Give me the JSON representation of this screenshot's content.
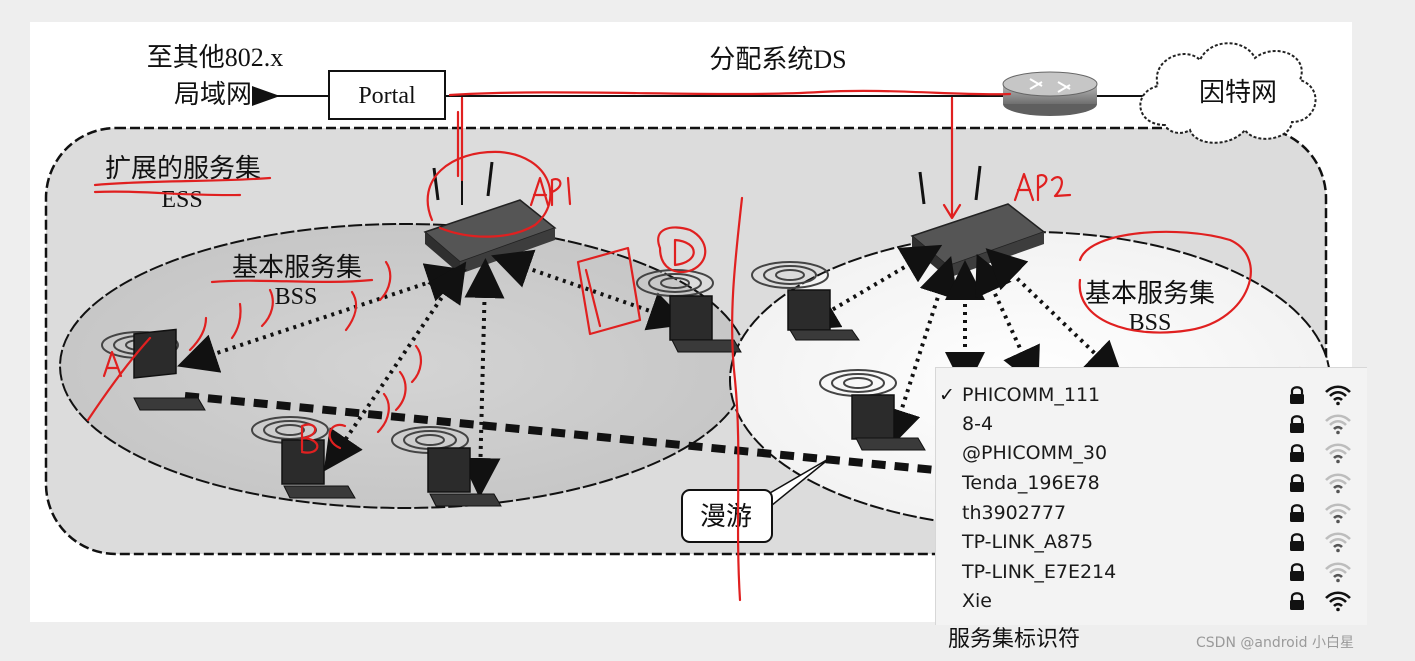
{
  "diagram": {
    "labels": {
      "other_lan_line1": "至其他802.x",
      "other_lan_line2": "局域网",
      "portal": "Portal",
      "ds": "分配系统DS",
      "internet": "因特网",
      "ess_line1": "扩展的服务集",
      "ess_line2": "ESS",
      "bss_left_line1": "基本服务集",
      "bss_left_line2": "BSS",
      "bss_right_line1": "基本服务集",
      "bss_right_line2": "BSS",
      "roaming": "漫游"
    },
    "handwritten_annotations": [
      "AP1",
      "AP2",
      "A",
      "B",
      "C",
      "D"
    ],
    "annotation_color": "#e02020"
  },
  "wifi_list": {
    "networks": [
      {
        "name": "PHICOMM_111",
        "checked": "✓",
        "lock": "lock-icon",
        "signal": "strong"
      },
      {
        "name": "8-4",
        "checked": "",
        "lock": "lock-icon",
        "signal": "weak"
      },
      {
        "name": "@PHICOMM_30",
        "checked": "",
        "lock": "lock-icon",
        "signal": "weak"
      },
      {
        "name": "Tenda_196E78",
        "checked": "",
        "lock": "lock-icon",
        "signal": "weak"
      },
      {
        "name": "th3902777",
        "checked": "",
        "lock": "lock-icon",
        "signal": "weak"
      },
      {
        "name": "TP-LINK_A875",
        "checked": "",
        "lock": "lock-icon",
        "signal": "weak"
      },
      {
        "name": "TP-LINK_E7E214",
        "checked": "",
        "lock": "lock-icon",
        "signal": "weak"
      },
      {
        "name": "Xie",
        "checked": "",
        "lock": "lock-icon",
        "signal": "strong"
      }
    ],
    "caption": "服务集标识符"
  },
  "watermark": "CSDN @android 小白星"
}
